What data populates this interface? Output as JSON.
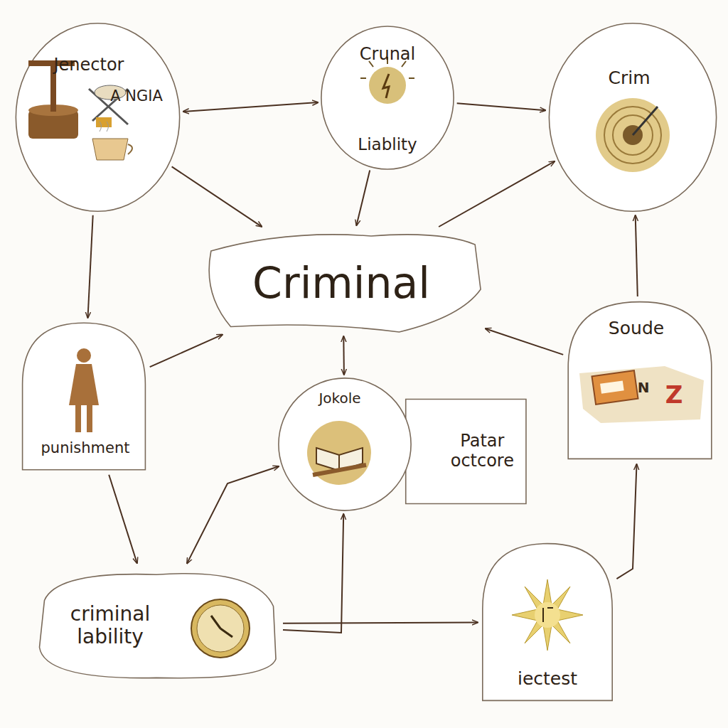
{
  "diagram": {
    "nodes": [
      {
        "text": [
          "Jenector",
          "A NGIA"
        ]
      },
      {
        "text": [
          "Crunal",
          "Liablity"
        ]
      },
      {
        "text": [
          "Crim"
        ]
      },
      {
        "text": [
          "Criminal"
        ]
      },
      {
        "text": [
          "punishment"
        ]
      },
      {
        "text": [
          "Jokole"
        ]
      },
      {
        "text": [
          "Patar octcore"
        ]
      },
      {
        "text": [
          "Soude"
        ]
      },
      {
        "text": [
          "criminal lability"
        ]
      },
      {
        "text": [
          "iectest"
        ]
      }
    ],
    "edges": [
      {
        "from": 0,
        "to": 1,
        "arrow": "both"
      },
      {
        "from": 1,
        "to": 2,
        "arrow": "to"
      },
      {
        "from": 0,
        "to": 3,
        "arrow": "to"
      },
      {
        "from": 1,
        "to": 3,
        "arrow": "to"
      },
      {
        "from": 0,
        "to": 4,
        "arrow": "to"
      },
      {
        "from": 4,
        "to": 3,
        "arrow": "to"
      },
      {
        "from": 3,
        "to": 5,
        "arrow": "both"
      },
      {
        "from": 7,
        "to": 3,
        "arrow": "to"
      },
      {
        "from": 3,
        "to": 2,
        "arrow": "to"
      },
      {
        "from": 7,
        "to": 2,
        "arrow": "to"
      },
      {
        "from": 4,
        "to": 8,
        "arrow": "to"
      },
      {
        "from": 8,
        "to": 5,
        "arrow": "both"
      },
      {
        "from": 8,
        "to": 9,
        "arrow": "to"
      },
      {
        "from": 8,
        "to": 5,
        "arrow": "to"
      },
      {
        "from": 9,
        "to": 7,
        "arrow": "to"
      }
    ],
    "labels": [
      "N",
      "Z"
    ]
  }
}
